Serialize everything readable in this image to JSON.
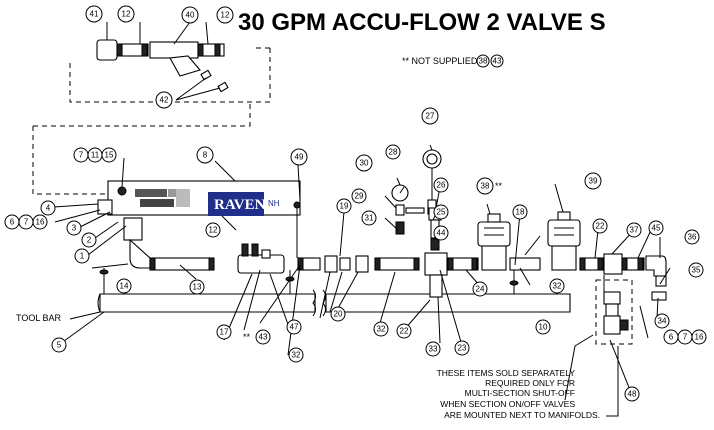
{
  "title": "30 GPM ACCU-FLOW 2 VALVE S",
  "not_supplied_label": "** NOT SUPPLIED:",
  "not_supplied_items": [
    "38",
    "43"
  ],
  "tool_bar_label": "TOOL BAR",
  "brand": "RAVEN",
  "brand_suffix": "NH",
  "double_star": "**",
  "note_lines": [
    "THESE ITEMS SOLD SEPARATELY",
    "REQUIRED ONLY FOR",
    "MULTI-SECTION SHUT-OFF",
    "WHEN SECTION ON/OFF VALVES",
    "ARE MOUNTED NEXT TO MANIFOLDS."
  ],
  "callouts": [
    "41",
    "12",
    "40",
    "12",
    "42",
    "38",
    "43",
    "7",
    "11",
    "15",
    "8",
    "49",
    "6",
    "7",
    "16",
    "4",
    "3",
    "2",
    "1",
    "14",
    "12",
    "13",
    "17",
    "43",
    "47",
    "32",
    "5",
    "19",
    "20",
    "32",
    "22",
    "33",
    "23",
    "24",
    "10",
    "18",
    "32",
    "38",
    "39",
    "22",
    "37",
    "45",
    "36",
    "35",
    "34",
    "6",
    "7",
    "16",
    "48",
    "27",
    "28",
    "30",
    "29",
    "31",
    "26",
    "25",
    "44"
  ]
}
